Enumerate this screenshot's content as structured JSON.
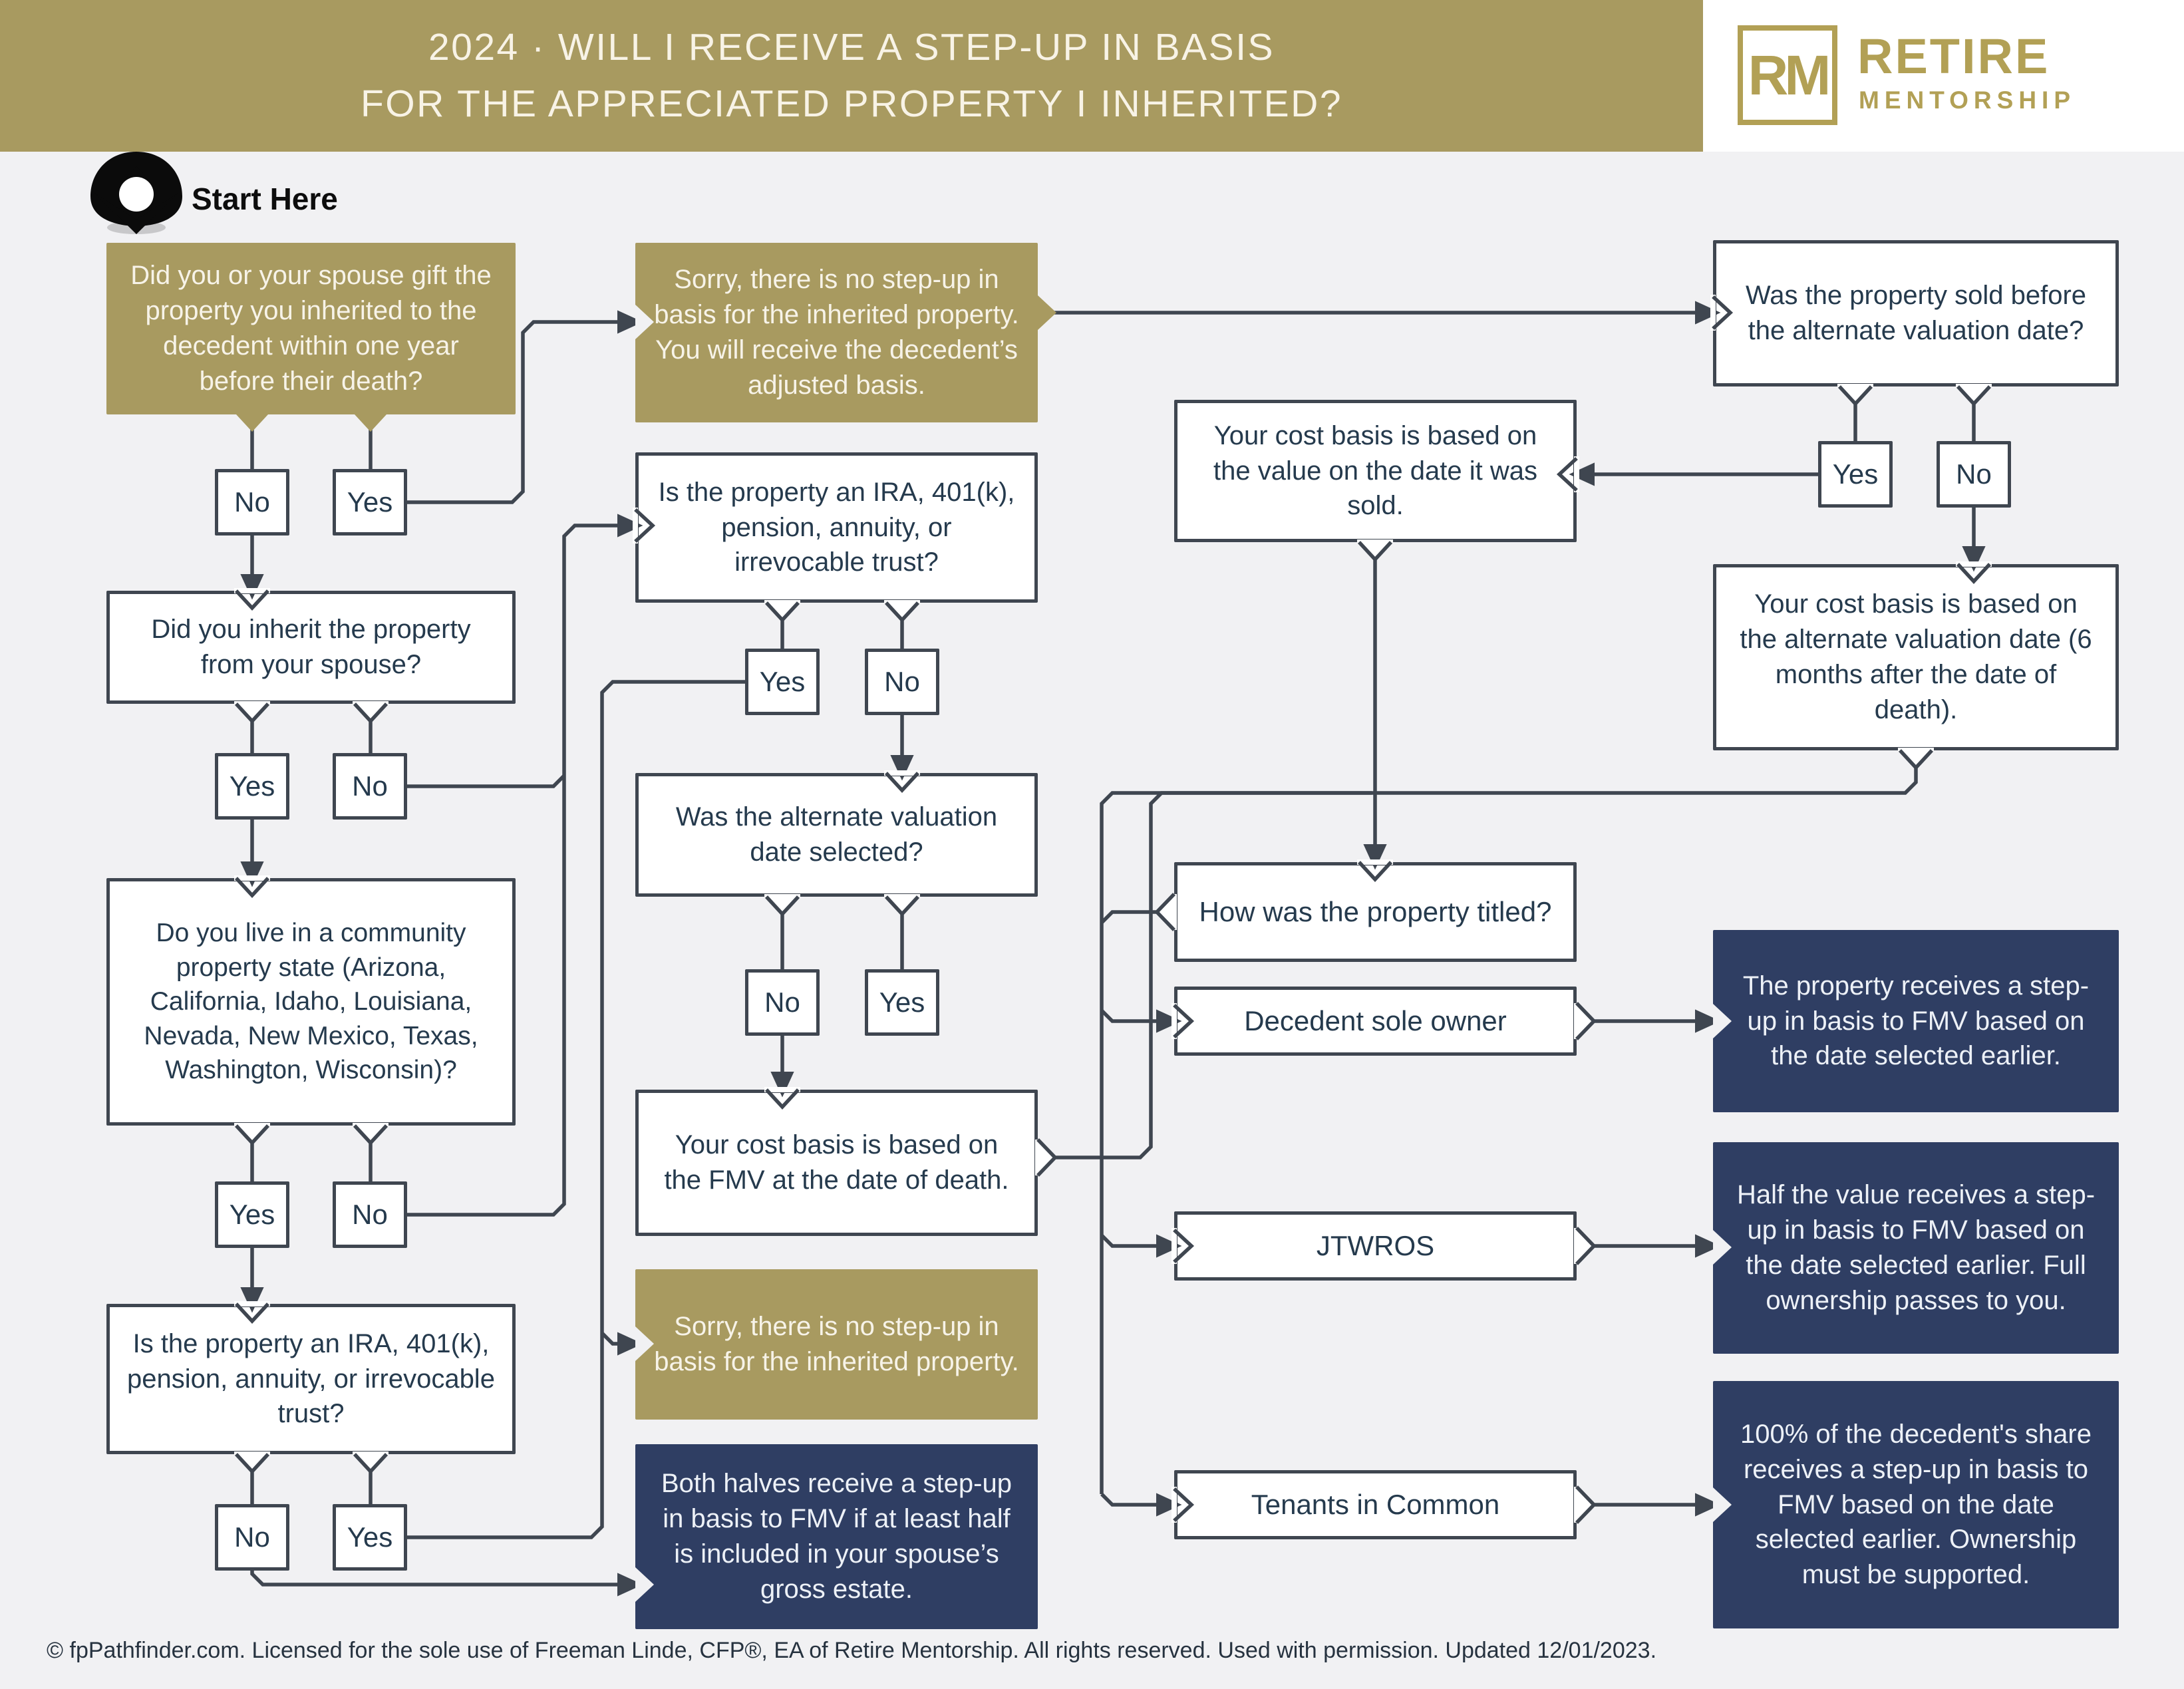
{
  "header": {
    "title_line1": "2024 · WILL I RECEIVE A STEP-UP IN BASIS",
    "title_line2": "FOR THE APPRECIATED PROPERTY I INHERITED?",
    "logo": {
      "monogram": "RM",
      "brand_line1": "RETIRE",
      "brand_line2": "MENTORSHIP"
    }
  },
  "start": {
    "label": "Start Here"
  },
  "answers": {
    "yes": "Yes",
    "no": "No"
  },
  "nodes": {
    "q_gift": "Did you or your spouse gift the property you inherited to the decedent within one year before their death?",
    "sorry_adjusted_basis": "Sorry, there is no step-up in basis for the inherited property. You will receive the decedent’s adjusted basis.",
    "q_spouse": "Did you inherit the property from your spouse?",
    "q_community": "Do you live in a community property state (Arizona, California, Idaho, Louisiana, Nevada, New Mexico, Texas, Washington, Wisconsin)?",
    "q_ira_left": "Is the property an IRA, 401(k), pension, annuity, or irrevocable trust?",
    "q_ira_mid": "Is the property an IRA, 401(k), pension, annuity, or irrevocable trust?",
    "q_alt_valuation": "Was the alternate valuation date selected?",
    "fmv_at_death": "Your cost basis is based on the FMV at the date of death.",
    "sorry_no_stepup": "Sorry, there is no step-up in basis for the inherited property.",
    "both_halves": "Both halves receive a step-up in basis to FMV if at least half is included in your spouse’s gross estate.",
    "value_date_sold": "Your cost basis is based on the value on the date it was sold.",
    "q_titled": "How was the property titled?",
    "titled_sole": "Decedent sole owner",
    "titled_jtwros": "JTWROS",
    "titled_tic": "Tenants in Common",
    "q_sold_before_avd": "Was the property sold before the alternate valuation date?",
    "alt_valuation_basis": "Your cost basis is based on the alternate valuation date (6 months after the date of death).",
    "result_full_stepup": "The property receives a step-up in basis to FMV based on the date selected earlier.",
    "result_half_stepup": "Half the value receives a step-up in basis to FMV based on the date selected earlier. Full ownership passes to you.",
    "result_decedent_share": "100% of the decedent's share receives a step-up in basis to FMV based on the date selected earlier. Ownership must be supported."
  },
  "colors": {
    "gold": "#A89A60",
    "navy": "#2F3E63",
    "border": "#3F4650",
    "text": "#253A4D",
    "background": "#F1F1F3",
    "logo_gold": "#B2A055"
  },
  "footer": {
    "text": "© fpPathfinder.com. Licensed for the sole use of Freeman Linde, CFP®, EA of Retire Mentorship. All rights reserved. Used with permission. Updated 12/01/2023."
  }
}
